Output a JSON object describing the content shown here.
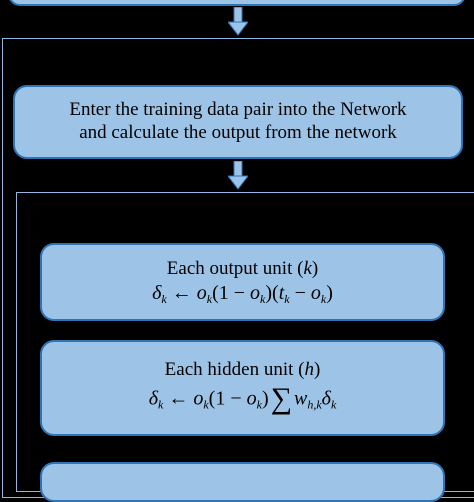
{
  "diagram": {
    "step_enter": {
      "line1": "Enter the training data pair into the Network",
      "line2": "and calculate the output from the network"
    },
    "step_output": {
      "title_prefix": "Each output unit (",
      "title_var": "k",
      "title_suffix": ")",
      "delta": "δ",
      "sub_k": "k",
      "assign": " ← ",
      "o": "o",
      "open1": "(1 − ",
      "close1": ")(",
      "t": "t",
      "minus": " − ",
      "close2": ")"
    },
    "step_hidden": {
      "title_prefix": "Each hidden unit (",
      "title_var": "h",
      "title_suffix": ")",
      "delta": "δ",
      "sub_k": "k",
      "assign": " ← ",
      "o": "o",
      "open1": "(1 − ",
      "close1": ")",
      "sum": "∑",
      "w": "w",
      "sub_hk": "h,k"
    },
    "colors": {
      "box_fill": "#9dc3e6",
      "box_border": "#2e75b6",
      "frame_border": "#8fb7e0",
      "background": "#000000"
    }
  }
}
